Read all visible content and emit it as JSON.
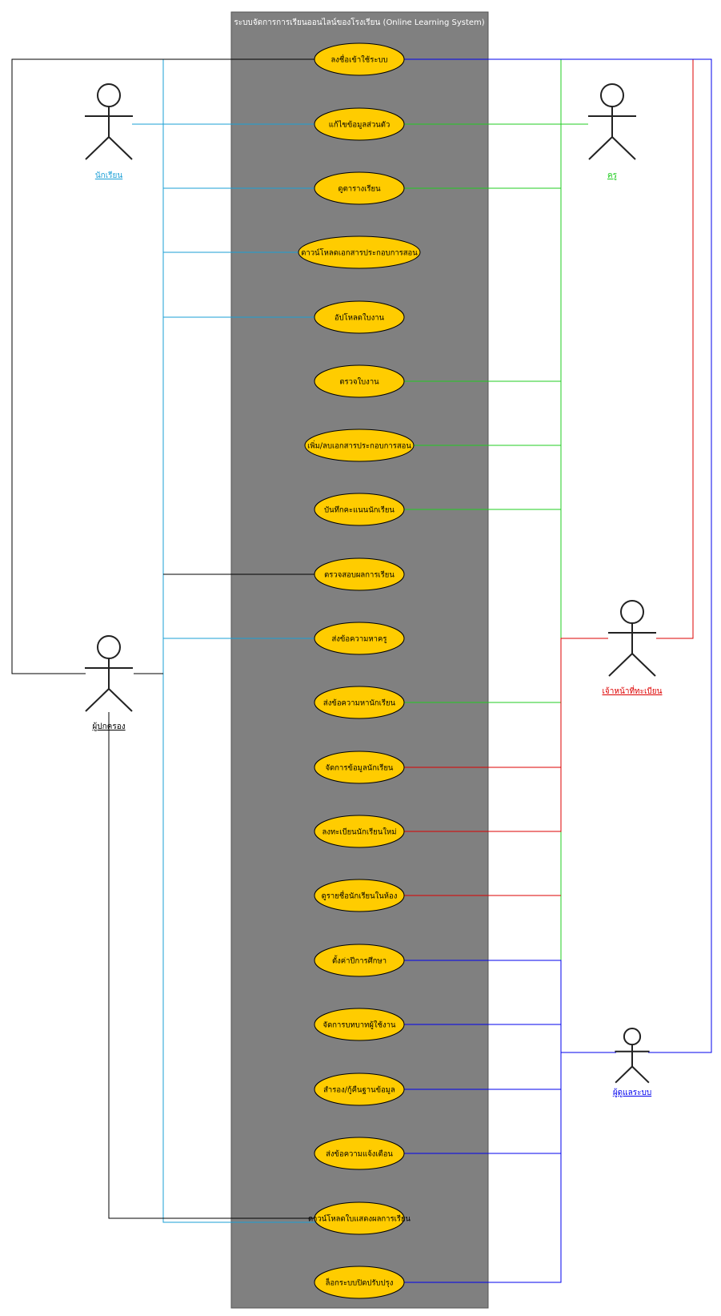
{
  "system": {
    "title": "ระบบจัดการการเรียนออนไลน์ของโรงเรียน (Online Learning System)",
    "fill": "#808080"
  },
  "colors": {
    "usecase_fill": "#ffcc00",
    "student": "#1a9fd6",
    "teacher": "#22cc22",
    "registrar": "#dd0000",
    "admin": "#0000ee",
    "parent": "#000000"
  },
  "use_cases": [
    "ลงชื่อเข้าใช้ระบบ",
    "แก้ไขข้อมูลส่วนตัว",
    "ดูตารางเรียน",
    "ดาวน์โหลดเอกสารประกอบการสอน",
    "อัปโหลดใบงาน",
    "ตรวจใบงาน",
    "เพิ่ม/ลบเอกสารประกอบการสอน",
    "บันทึกคะแนนนักเรียน",
    "ตรวจสอบผลการเรียน",
    "ส่งข้อความหาครู",
    "ส่งข้อความหานักเรียน",
    "จัดการข้อมูลนักเรียน",
    "ลงทะเบียนนักเรียนใหม่",
    "ดูรายชื่อนักเรียนในห้อง",
    "ตั้งค่าปีการศึกษา",
    "จัดการบทบาทผู้ใช้งาน",
    "สำรอง/กู้คืนฐานข้อมูล",
    "ส่งข้อความแจ้งเตือน",
    "ดาวน์โหลดใบแสดงผลการเรียน",
    "ล็อกระบบปิดปรับปรุง"
  ],
  "actors": {
    "student": "นักเรียน",
    "teacher": "ครู",
    "registrar": "เจ้าหน้าที่ทะเบียน",
    "admin": "ผู้ดูแลระบบ",
    "parent": "ผู้ปกครอง"
  },
  "icons": {
    "actor": "stick-figure-icon"
  }
}
